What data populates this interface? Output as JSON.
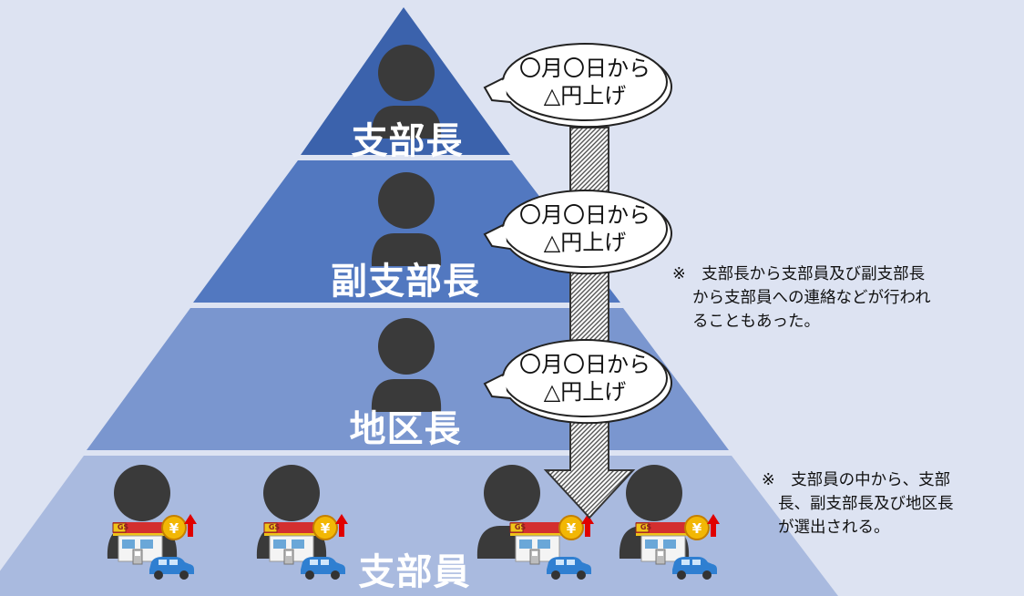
{
  "tiers": [
    {
      "label": "支部長"
    },
    {
      "label": "副支部長"
    },
    {
      "label": "地区長"
    },
    {
      "label": "支部員"
    }
  ],
  "bubbles": [
    {
      "line1": "〇月〇日から",
      "line2": "△円上げ"
    },
    {
      "line1": "〇月〇日から",
      "line2": "△円上げ"
    },
    {
      "line1": "〇月〇日から",
      "line2": "△円上げ"
    }
  ],
  "notes": [
    {
      "mark": "※",
      "lines": [
        "支部長から支部員及び副支部長",
        "から支部員への連絡などが行われ",
        "ることもあった。"
      ]
    },
    {
      "mark": "※",
      "lines": [
        "支部員の中から、支部",
        "長、副支部長及び地区長",
        "が選出される。"
      ]
    }
  ],
  "station_sign": "GS",
  "yen_symbol": "¥",
  "colors": {
    "background": "#dde3f2",
    "tier1": "#3b62ac",
    "tier2": "#5278c0",
    "tier3": "#7a96cf",
    "tier4": "#a9badf",
    "person": "#3a3a3a",
    "arrow_hatch": "#555555",
    "yen_coin": "#f2b705",
    "up_arrow": "#e00000",
    "car": "#2f7fd1"
  },
  "icons": {
    "person": "person-silhouette-icon",
    "station": "gas-station-icon",
    "yen": "yen-coin-icon",
    "price_up": "red-up-arrow-icon",
    "car": "car-icon"
  }
}
